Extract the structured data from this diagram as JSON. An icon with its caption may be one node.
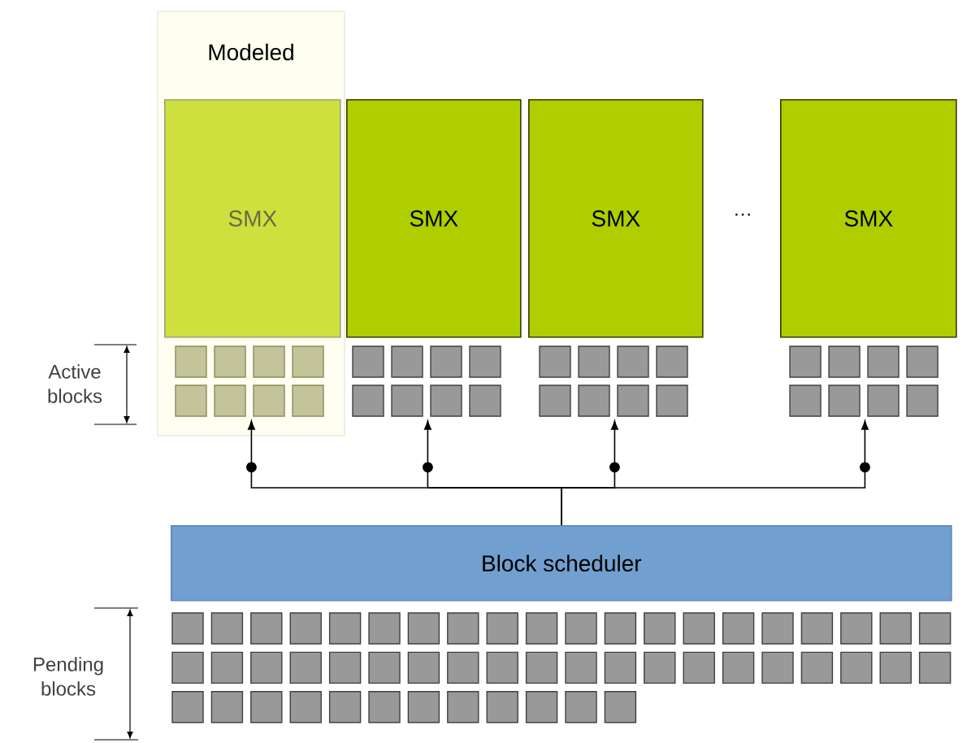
{
  "diagram": {
    "nodes": [
      {
        "text": [
          "Modeled"
        ]
      },
      {
        "text": [
          "SMX"
        ],
        "in": 0
      },
      {
        "text": [
          "SMX"
        ]
      },
      {
        "text": [
          "SMX"
        ]
      },
      {
        "text": [
          "SMX"
        ]
      },
      {
        "text": [],
        "shape": "box",
        "in": 0
      },
      {
        "text": [],
        "shape": "box"
      },
      {
        "text": [],
        "shape": "box"
      },
      {
        "text": [],
        "shape": "box"
      },
      {
        "text": [
          "Block scheduler"
        ]
      },
      {
        "text": [],
        "shape": "box"
      }
    ],
    "edges": [
      {
        "from": 9,
        "to": 5,
        "arrow": "to"
      },
      {
        "from": 9,
        "to": 6,
        "arrow": "to"
      },
      {
        "from": 9,
        "to": 7,
        "arrow": "to"
      },
      {
        "from": 9,
        "to": 8,
        "arrow": "to"
      }
    ],
    "labels": [
      "Active blocks",
      "…",
      "Pending blocks"
    ]
  }
}
